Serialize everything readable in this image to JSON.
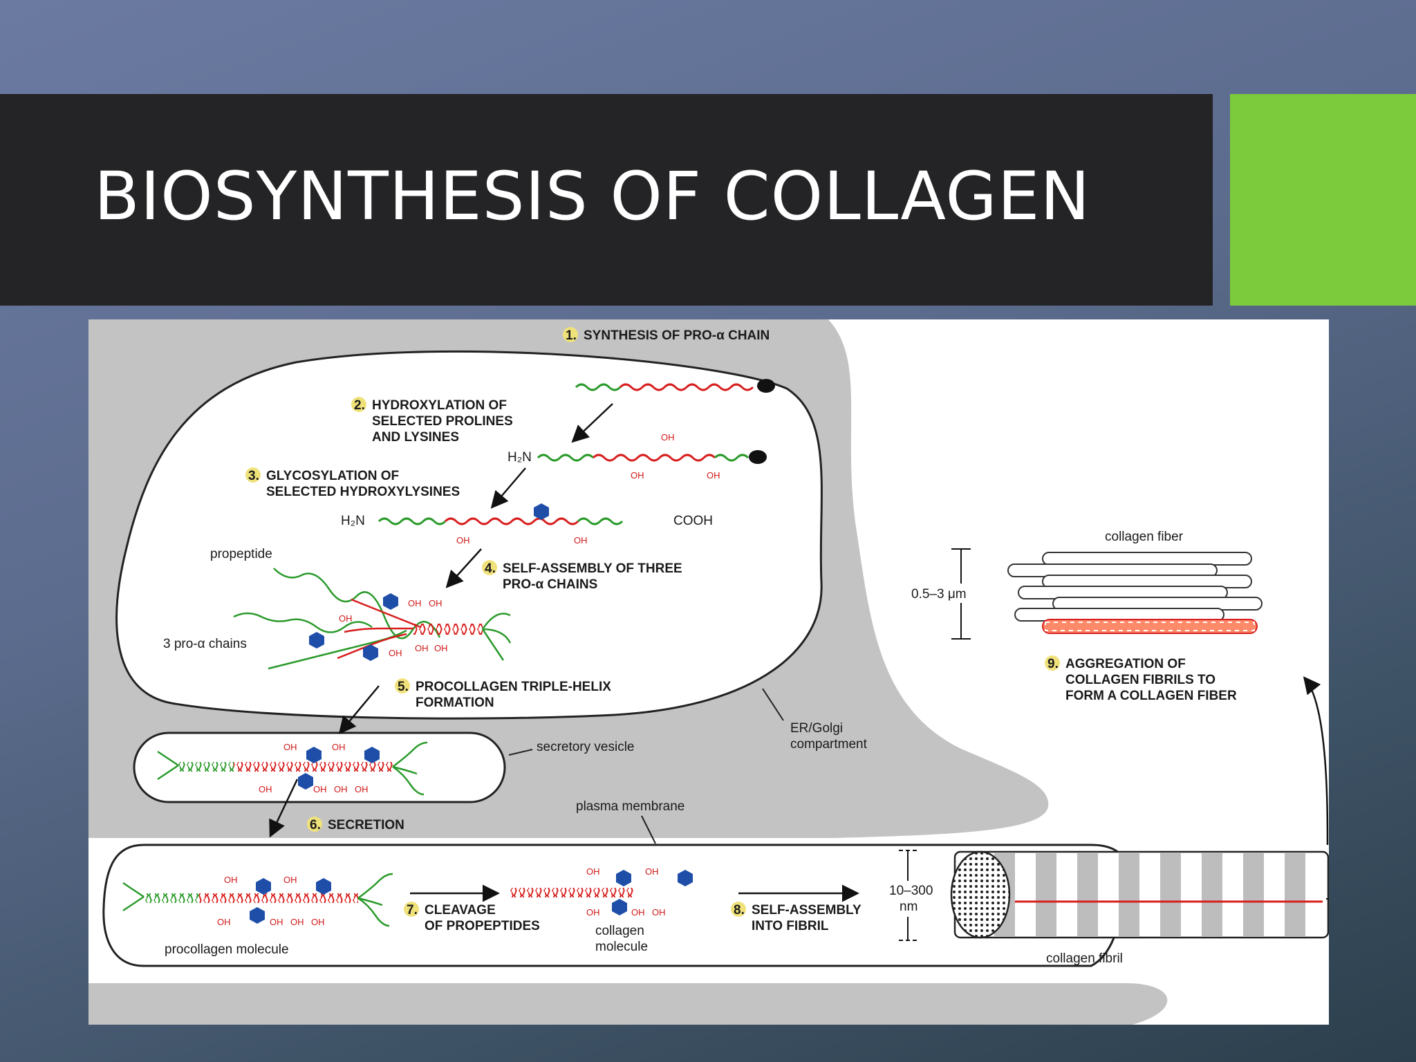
{
  "slide": {
    "title": "BIOSYNTHESIS OF COLLAGEN",
    "colors": {
      "title_bar": "#242326",
      "accent": "#7ccb3c",
      "cell": "#c0c0c0",
      "helix_red": "#d81e1e",
      "chain_green": "#2a9a2a",
      "sugar_blue": "#1e4ea8"
    }
  },
  "figure": {
    "steps": {
      "s1": {
        "num": "1.",
        "text": "SYNTHESIS OF PRO-α CHAIN"
      },
      "s2": {
        "num": "2.",
        "l1": "HYDROXYLATION OF",
        "l2": "SELECTED PROLINES",
        "l3": "AND LYSINES"
      },
      "s3": {
        "num": "3.",
        "l1": "GLYCOSYLATION OF",
        "l2": "SELECTED HYDROXYLYSINES"
      },
      "s4": {
        "num": "4.",
        "l1": "SELF-ASSEMBLY OF THREE",
        "l2": "PRO-α CHAINS"
      },
      "s5": {
        "num": "5.",
        "l1": "PROCOLLAGEN TRIPLE-HELIX",
        "l2": "FORMATION"
      },
      "s6": {
        "num": "6.",
        "text": "SECRETION"
      },
      "s7": {
        "num": "7.",
        "l1": "CLEAVAGE",
        "l2": "OF PROPEPTIDES"
      },
      "s8": {
        "num": "8.",
        "l1": "SELF-ASSEMBLY",
        "l2": "INTO FIBRIL"
      },
      "s9": {
        "num": "9.",
        "l1": "AGGREGATION OF",
        "l2": "COLLAGEN FIBRILS TO",
        "l3": "FORM A COLLAGEN FIBER"
      }
    },
    "labels": {
      "h2n": "H₂N",
      "cooh": "COOH",
      "oh": "OH",
      "propeptide": "propeptide",
      "three_chains": "3 pro-α chains",
      "secretory_vesicle": "secretory vesicle",
      "er_golgi_1": "ER/Golgi",
      "er_golgi_2": "compartment",
      "plasma_membrane": "plasma membrane",
      "procollagen_molecule": "procollagen molecule",
      "collagen_molecule_1": "collagen",
      "collagen_molecule_2": "molecule",
      "collagen_fibril": "collagen fibril",
      "collagen_fiber": "collagen fiber",
      "fiber_size": "0.5–3 μm",
      "fibril_size_1": "10–300",
      "fibril_size_2": "nm"
    }
  }
}
